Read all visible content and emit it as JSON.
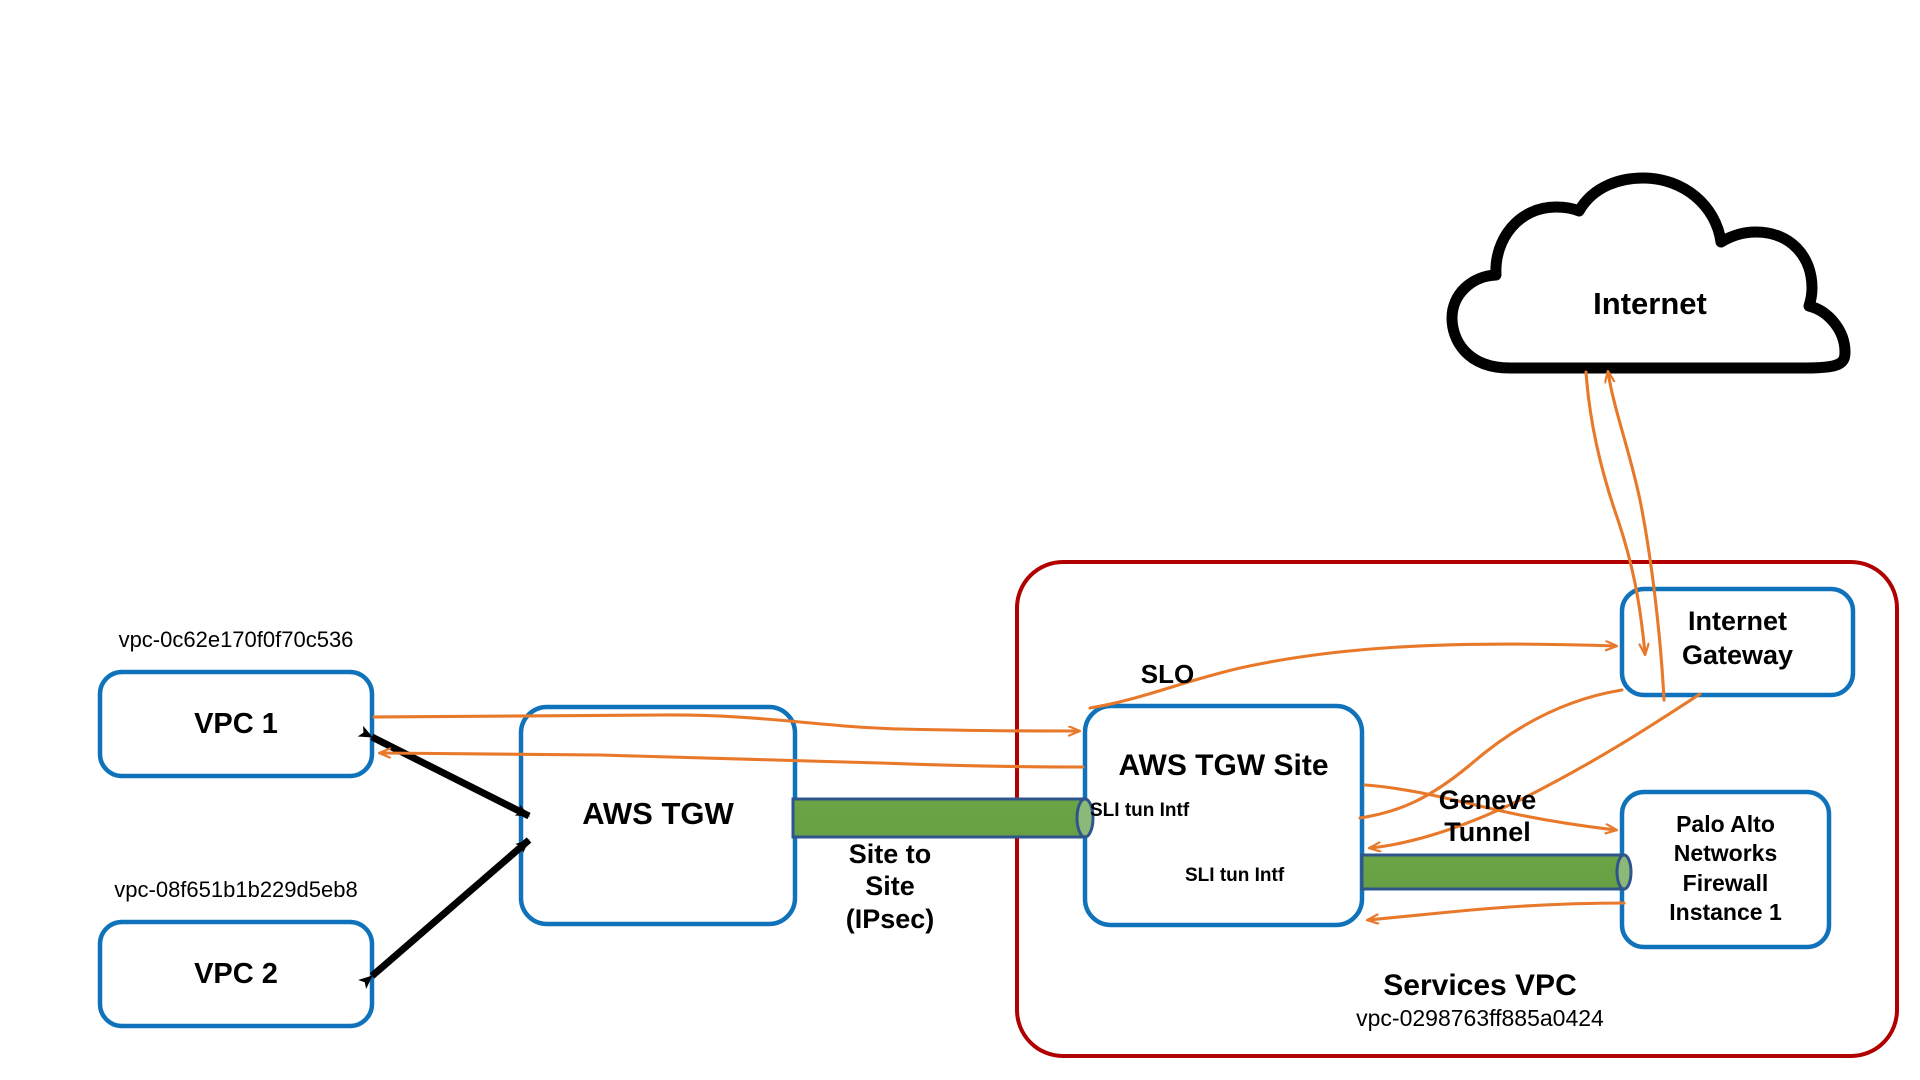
{
  "diagram": {
    "title": "AWS Transit Gateway to Palo Alto Networks Firewall architecture",
    "colors": {
      "node_border_blue": "#1072BA",
      "vpc_boundary_red": "#B00000",
      "flow_orange": "#E8792B",
      "tunnel_green": "#6AA545",
      "tunnel_outline_blue": "#2E558C",
      "link_black": "#000000",
      "background": "#FFFFFF"
    },
    "nodes": {
      "vpc1": {
        "label": "VPC 1",
        "vpc_id": "vpc-0c62e170f0f70c536"
      },
      "vpc2": {
        "label": "VPC 2",
        "vpc_id": "vpc-08f651b1b229d5eb8"
      },
      "aws_tgw": {
        "label": "AWS TGW"
      },
      "aws_tgw_site": {
        "label": "AWS TGW Site",
        "slo_label": "SLO",
        "sli_upper_label": "SLI tun Intf",
        "sli_lower_label": "SLI tun Intf"
      },
      "internet_gateway": {
        "label": "Internet\nGateway"
      },
      "firewall": {
        "label": "Palo Alto\nNetworks\nFirewall\nInstance 1"
      },
      "internet": {
        "label": "Internet"
      },
      "services_vpc": {
        "label": "Services VPC",
        "vpc_id": "vpc-0298763ff885a0424"
      }
    },
    "tunnels": {
      "site_to_site": {
        "label": "Site to\nSite\n(IPsec)",
        "type": "IPsec"
      },
      "geneve": {
        "label": "Geneve\nTunnel",
        "type": "Geneve"
      }
    },
    "links": [
      {
        "name": "vpc1-tgw",
        "from": "VPC 1",
        "to": "AWS TGW",
        "style": "black-double-arrow"
      },
      {
        "name": "vpc2-tgw",
        "from": "VPC 2",
        "to": "AWS TGW",
        "style": "black-double-arrow"
      },
      {
        "name": "vpc1-to-tgwsite",
        "from": "VPC 1",
        "to": "AWS TGW Site",
        "style": "orange-flow"
      },
      {
        "name": "tgwsite-to-vpc1",
        "from": "AWS TGW Site",
        "to": "VPC 1",
        "style": "orange-flow"
      },
      {
        "name": "tgwsite-to-igw",
        "from": "AWS TGW Site",
        "to": "Internet Gateway",
        "style": "orange-flow"
      },
      {
        "name": "igw-to-internet",
        "from": "Internet Gateway",
        "to": "Internet",
        "style": "orange-flow"
      },
      {
        "name": "internet-to-igw",
        "from": "Internet",
        "to": "Internet Gateway",
        "style": "orange-flow"
      },
      {
        "name": "tgwsite-to-firewall",
        "from": "AWS TGW Site",
        "to": "Palo Alto Networks Firewall Instance 1",
        "style": "orange-flow"
      },
      {
        "name": "firewall-to-tgwsite-upper",
        "from": "Palo Alto Networks Firewall Instance 1",
        "to": "AWS TGW Site",
        "style": "orange-flow"
      },
      {
        "name": "firewall-to-tgwsite-lower",
        "from": "Palo Alto Networks Firewall Instance 1",
        "to": "AWS TGW Site",
        "style": "orange-flow"
      },
      {
        "name": "igw-to-firewall",
        "from": "Internet Gateway",
        "to": "Palo Alto Networks Firewall Instance 1",
        "style": "orange-flow"
      }
    ]
  }
}
